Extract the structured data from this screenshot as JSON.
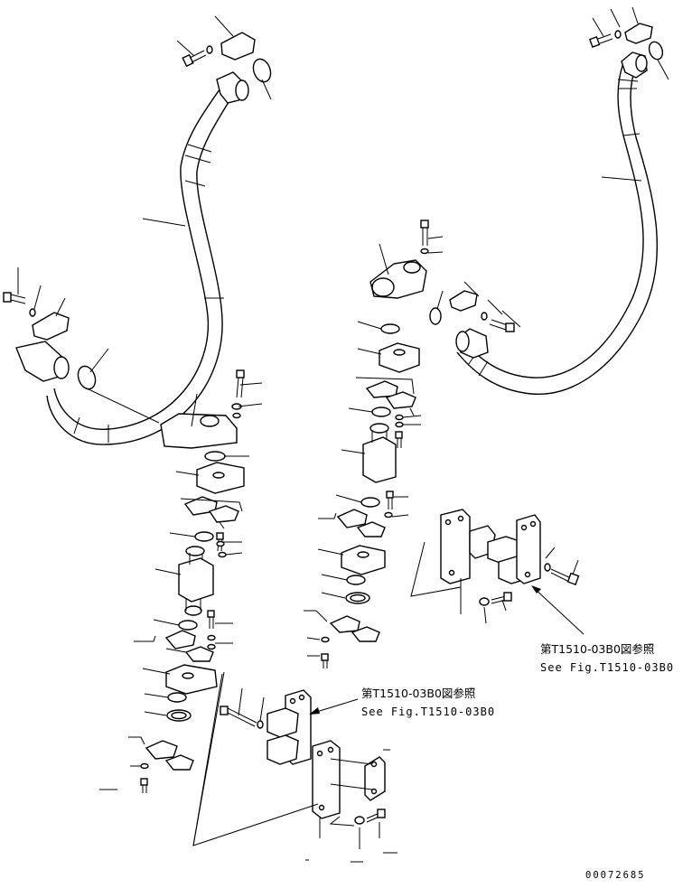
{
  "references": [
    {
      "id": "ref-right",
      "jp": "第T1510-03B0図参照",
      "en": "See Fig.T1510-03B0"
    },
    {
      "id": "ref-center",
      "jp": "第T1510-03B0図参照",
      "en": "See Fig.T1510-03B0"
    }
  ],
  "document_number": "00072685"
}
